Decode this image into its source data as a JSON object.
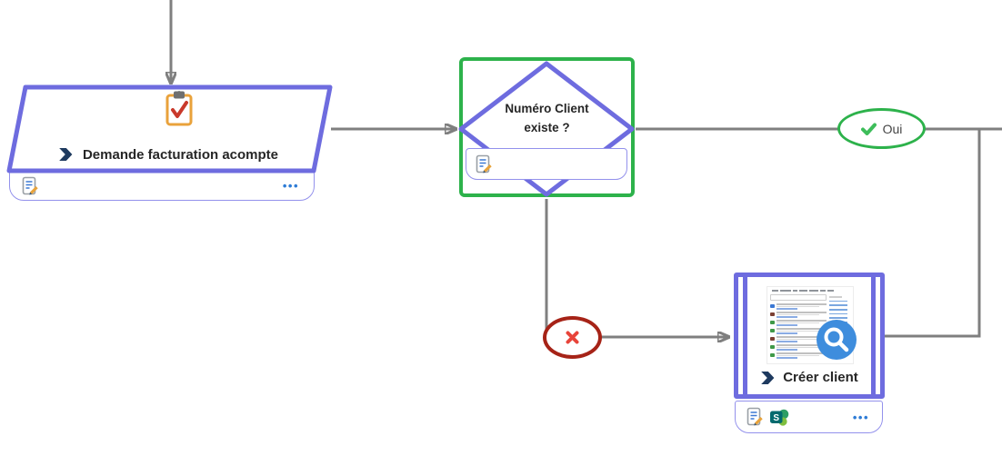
{
  "flow": {
    "node_demande": {
      "label": "Demande facturation acompte",
      "ellipsis": "•••"
    },
    "node_decision": {
      "label_line1": "Numéro Client",
      "label_line2": "existe ?"
    },
    "edge_oui": {
      "label": "Oui"
    },
    "node_creer": {
      "label": "Créer client",
      "ellipsis": "•••",
      "thumbnail": {
        "item_colors": [
          "#3b78d4",
          "#7b4034",
          "#3f9948",
          "#3f9948",
          "#7b4034",
          "#3f9948",
          "#3f9948"
        ],
        "nav_widths": [
          7,
          12,
          5,
          9,
          10,
          6,
          7
        ]
      }
    },
    "colors": {
      "node_border_purple": "#6e6cdf",
      "selection_green": "#2db24b",
      "connector_gray": "#7f7f7f",
      "badge_red_border": "#a62317",
      "badge_red_x": "#e8443a",
      "accent_blue": "#2e7cd6",
      "power_automate_navy": "#1e3a5f",
      "clipboard_orange": "#e9a23b",
      "check_green": "#3dbd5a",
      "sharepoint_teal": "#046a6e",
      "magnifier_blue": "#3e8ddd"
    }
  }
}
